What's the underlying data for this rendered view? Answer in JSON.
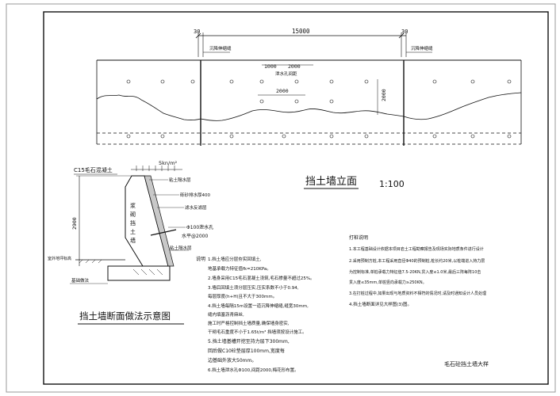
{
  "elevation": {
    "dim_total": "15000",
    "dim_left": "30",
    "dim_right": "30",
    "joint_left": "沉降伸缩缝",
    "joint_right": "沉降伸缩缝",
    "dim_1000": "1000",
    "dim_2000_h": "2000",
    "drain_hole_label": "泄水孔间距",
    "dim_2000_low": "2000",
    "dim_2000_v": "2000",
    "title": "挡土墙立面",
    "scale": "1:100"
  },
  "section": {
    "material": "C15毛石混凝土",
    "load": "5kn/m²",
    "labels": [
      "粘土隔水层",
      "砾砂排水厚400",
      "滤水反滤层",
      "Φ100泄水孔",
      "水平@2000",
      "粘土隔水层"
    ],
    "wall_text": [
      "浆",
      "砌",
      "挡",
      "土",
      "墙"
    ],
    "dim_vertical": "2900",
    "ground_label": "室外地坪标高",
    "foundation_label": "基础做法",
    "title": "挡土墙断面做法示意图"
  },
  "notes_left": {
    "heading": "说明",
    "lines": [
      "1.挡土墙应分层夯实回填土,",
      "   地基承载力特征值fk=210KPa。",
      "2.墙身采用C15毛石混凝土浇筑,毛石掺量不超过25%。",
      "3.墙后回填土须分层压实,压实系数不小于0.94,",
      "   每层厚度(h+H)且不大于300mm。",
      "4.挡土墙每隔15m设置一道沉降伸缩缝,缝宽30mm,",
      "   缝内填塞沥青麻丝,",
      "   施工时严格控制挡土墙质量,确保墙身密实,",
      "   干砌毛石重度不小于1.65t/m³  挡墙须按设计施工。",
      "5.挡土墙基槽开挖至持力层下300mm,",
      "   回后做C10砼垫层厚100mm,宽度每",
      "   边基础外放大50mm。",
      "6.挡土墙泄水孔Φ100,间距2000,梅花形布置。"
    ]
  },
  "notes_right": {
    "heading": "打桩说明",
    "lines": [
      "1.本工程基础设计依据本项目岩土工程勘察报告及现场实际地质条件进行设计",
      "2.采用预制方桩,本工程采用直径Φ40的预制桩,桩长约20米,以桩端进入持力层",
      "   为控制标准,单桩承载力特征值7.5-20KN,贯入度≤1.0米,最后三阵每阵10击",
      "   贯入度≤35mm,单桩竖向承载力≥250KN。",
      "3.在打桩过程中,如果出现与地质资料不相符的情况时,请及时通知设计人员处理",
      "4.挡土墙断面详见大样图(3)图。"
    ],
    "footer": "毛石砼挡土墙大样"
  }
}
